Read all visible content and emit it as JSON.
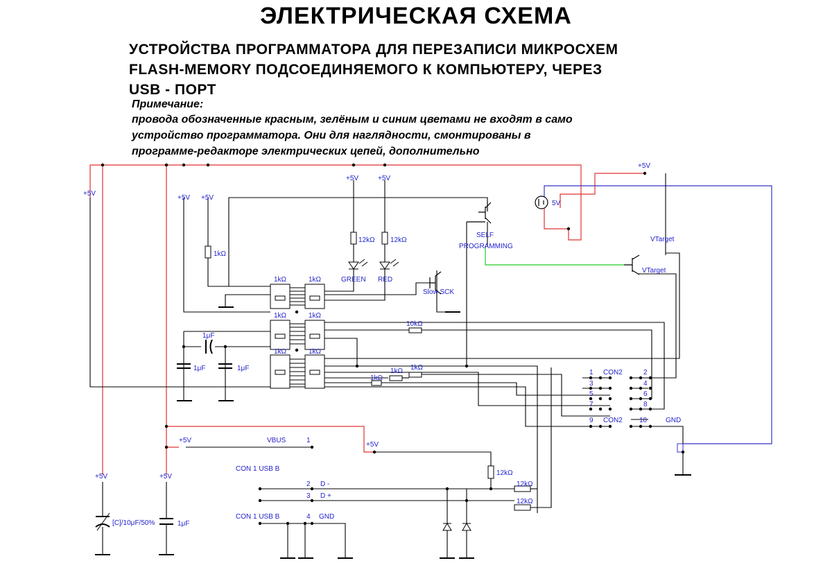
{
  "header": {
    "title": "ЭЛЕКТРИЧЕСКАЯ СХЕМА",
    "subtitle_lines": [
      "УСТРОЙСТВА ПРОГРАММАТОРА ДЛЯ ПЕРЕЗАПИСИ МИКРОСХЕМ",
      "FLASH-MEMORY ПОДСОЕДИНЯЕМОГО К КОМПЬЮТЕРУ, ЧЕРЕЗ",
      "USB - ПОРТ"
    ]
  },
  "note": {
    "heading": "Примечание:",
    "lines": [
      "провода обозначенные красным, зелёным и синим цветами не входят в само",
      "устройство программатора. Они для наглядности, смонтированы в",
      "программе-редакторе электрических цепей, дополнительно"
    ]
  },
  "colors": {
    "wire": "#000000",
    "red_wire": "#e23030",
    "green_wire": "#22cc22",
    "blue_wire": "#3333cc",
    "label": "#2222cc"
  },
  "labels": {
    "plus5v": "+5V",
    "r1k": "1kΩ",
    "r12k": "12kΩ",
    "r10k": "10kΩ",
    "c1uf": "1μF",
    "green": "GREEN",
    "red": "RED",
    "slow_sck": "Slow SCK",
    "self": "SELF",
    "programming": "PROGRAMMING",
    "vtarget": "VTarget",
    "source_5v": "5V",
    "con2": "CON2",
    "gnd": "GND",
    "vbus": "VBUS",
    "con1_usbb": "CON 1  USB B",
    "d_minus": "D -",
    "d_plus": "D +",
    "cap_var": "[C]/10μF/50%",
    "pin1": "1",
    "pin2": "2",
    "pin3": "3",
    "pin4": "4",
    "pin5": "5",
    "pin6": "6",
    "pin7": "7",
    "pin8": "8",
    "pin9": "9",
    "pin10": "10"
  }
}
